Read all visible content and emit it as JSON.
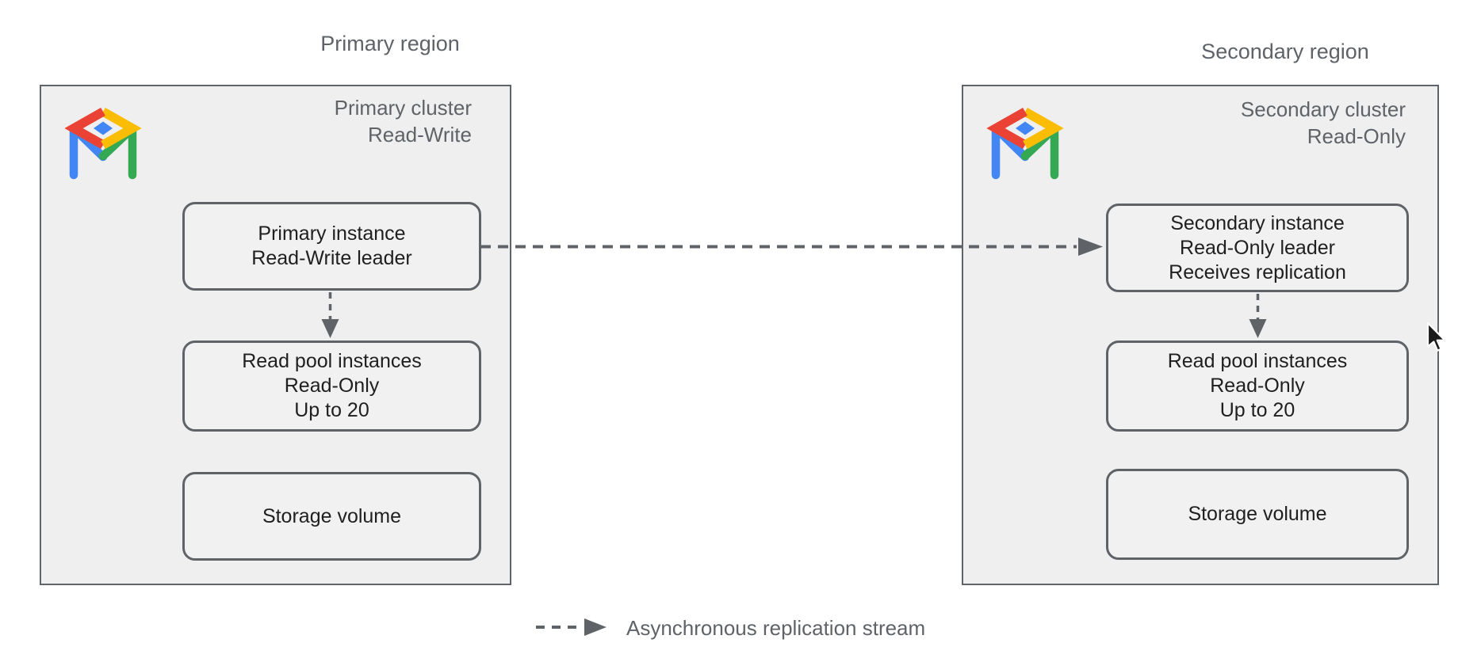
{
  "diagram": {
    "primary": {
      "region_label": "Primary region",
      "icon_name": "alloydb-logo",
      "cluster_title": [
        "Primary cluster",
        "Read-Write"
      ],
      "instance_node": [
        "Primary instance",
        "Read-Write leader"
      ],
      "read_pool_node": [
        "Read pool instances",
        "Read-Only",
        "Up to 20"
      ],
      "storage_node": [
        "Storage volume"
      ]
    },
    "secondary": {
      "region_label": "Secondary region",
      "icon_name": "alloydb-logo",
      "cluster_title": [
        "Secondary cluster",
        "Read-Only"
      ],
      "instance_node": [
        "Secondary instance",
        "Read-Only leader",
        "Receives replication"
      ],
      "read_pool_node": [
        "Read pool instances",
        "Read-Only",
        "Up to 20"
      ],
      "storage_node": [
        "Storage volume"
      ]
    },
    "legend": {
      "replication_label": "Asynchronous replication stream"
    },
    "colors": {
      "background": "#ffffff",
      "region_fill": "#efefef",
      "region_border": "#606368",
      "node_fill": "#f1f1f1",
      "node_border": "#5f6368",
      "node_text": "#1f1f1f",
      "label_text": "#5f6368",
      "arrow": "#5f6368",
      "logo_red": "#EA4335",
      "logo_yellow": "#FBBC04",
      "logo_green": "#34A853",
      "logo_blue": "#4285F4"
    }
  }
}
